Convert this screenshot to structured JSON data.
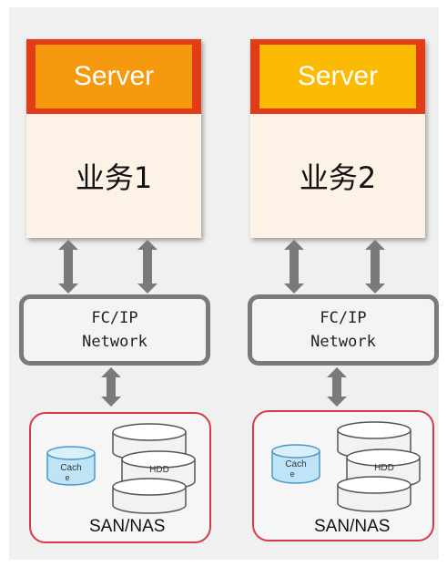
{
  "colors": {
    "header_border": "#e33a17",
    "header_fill_left": "#f59a0e",
    "header_fill_right": "#fbba03",
    "server_body": "#fdf2e6",
    "arrow": "#7a7a7a",
    "storage_border": "#d63a44",
    "cache": "#bfe3f7",
    "cache_border": "#4d97c6"
  },
  "columns": [
    {
      "server_label": "Server",
      "service_label": "业务1",
      "network_line1": "FC/IP",
      "network_line2": "Network",
      "cache_label": "Cach",
      "cache_label2": "e",
      "hdd_label": "HDD",
      "storage_label": "SAN/NAS"
    },
    {
      "server_label": "Server",
      "service_label": "业务2",
      "network_line1": "FC/IP",
      "network_line2": "Network",
      "cache_label": "Cach",
      "cache_label2": "e",
      "hdd_label": "HDD",
      "storage_label": "SAN/NAS"
    }
  ]
}
